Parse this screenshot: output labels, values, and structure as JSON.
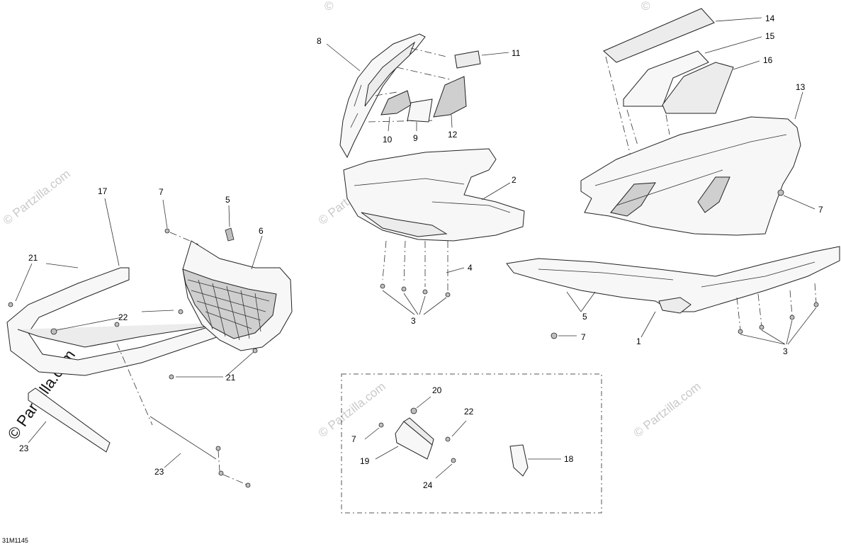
{
  "diagram": {
    "ref_code": "31M1145",
    "watermark_text": "© Partzilla.com",
    "watermark_symbol": "©",
    "callouts": {
      "c1": "1",
      "c2": "2",
      "c3a": "3",
      "c3b": "3",
      "c4": "4",
      "c5a": "5",
      "c5b": "5",
      "c6": "6",
      "c7a": "7",
      "c7b": "7",
      "c7c": "7",
      "c7d": "7",
      "c8": "8",
      "c9": "9",
      "c10": "10",
      "c11": "11",
      "c12": "12",
      "c13": "13",
      "c14": "14",
      "c15": "15",
      "c16": "16",
      "c17": "17",
      "c18": "18",
      "c19": "19",
      "c20": "20",
      "c21a": "21",
      "c21b": "21",
      "c22a": "22",
      "c22b": "22",
      "c23a": "23",
      "c23b": "23",
      "c24": "24"
    }
  }
}
